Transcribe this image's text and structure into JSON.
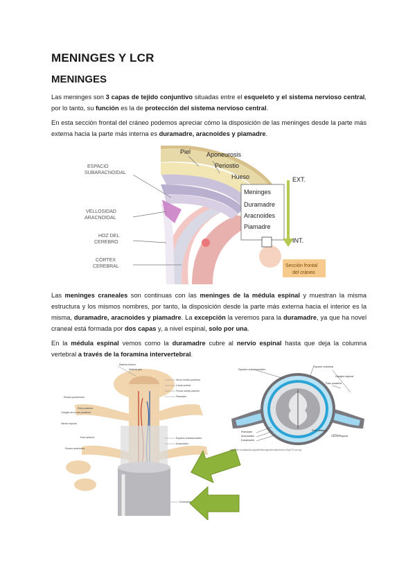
{
  "title": "MENINGES Y LCR",
  "section": "MENINGES",
  "p1": {
    "a": "Las meninges son ",
    "b": "3 capas de tejido conjuntivo",
    "c": " situadas entre el ",
    "d": "esqueleto y el sistema nervioso central",
    "e": ", por lo tanto, su ",
    "f": "función",
    "g": " es la de ",
    "h": "protección del sistema nervioso central",
    "i": "."
  },
  "p2": {
    "a": "En esta sección frontal del cráneo podemos apreciar cómo la disposición de las meninges desde la parte más externa hacia la parte más interna es ",
    "b": "duramadre, aracnoides y piamadre",
    "c": "."
  },
  "p3": {
    "a": "Las ",
    "b": "meninges craneales",
    "c": " son continuas con las ",
    "d": "meninges de la médula espinal",
    "e": " y muestran la misma estructura y los mismos nombres, por tanto, la disposición desde la parte más externa hacia el interior es la misma, ",
    "f": "duramadre, aracnoides y piamadre",
    "g": ". La ",
    "h": "excepción",
    "i": " la veremos para la ",
    "j": "duramadre",
    "k": ", ya que ha novel craneal está formada por ",
    "l": "dos capas",
    "m": " y, a nivel espinal, ",
    "n": "solo por una",
    "o": "."
  },
  "p4": {
    "a": "En la ",
    "b": "médula espinal",
    "c": " vemos como la ",
    "d": "duramadre",
    "e": " cubre al ",
    "f": "nervio espinal",
    "g": " hasta que deja la columna vertebral ",
    "h": "a través de la foramina intervertebral",
    "i": "."
  },
  "figure1": {
    "labels": {
      "piel": "Piel",
      "aponeurosis": "Aponeurosis",
      "periostio": "Periostio",
      "hueso": "Hueso",
      "meninges": "Meninges",
      "duramadre": "Duramadre",
      "aracnoides": "Aracnoides",
      "piamadre": "Piamadre",
      "espacio1": "ESPACIO",
      "espacio2": "SUBARACNOIDAL",
      "vellosidad1": "VELLOSIDAD",
      "vellosidad2": "ARACNOIDAL",
      "hoz1": "HOZ DEL",
      "hoz2": "CEREBRO",
      "cortex1": "CÓRTEX",
      "cortex2": "CEREBRAL",
      "ext": "EXT.",
      "int": "INT.",
      "seccion1": "Sección frontal",
      "seccion2": "del cráneo"
    }
  },
  "figure2": {
    "labels": {
      "l1": "Materia blanca",
      "l2": "Materia gris",
      "l3": "Surco medio posterior",
      "l4": "Canal central",
      "l5": "Fisura media anterior",
      "l6": "Piamadre",
      "l7": "Raíces posteriores",
      "l8": "Raíz posterior",
      "l9": "Ganglio de la raíz posterior",
      "l10": "Nervio espinal",
      "l11": "Raíz anterior",
      "l12": "Raíces anteriores",
      "l13": "Espacio subaracnoideo",
      "l14": "Aracnoides",
      "l15": "Duramadre"
    }
  },
  "figure3": {
    "labels": {
      "l1": "Espacio subaracnoideo",
      "l2": "Espacio subdural",
      "l3": "Raíz posterior",
      "l4": "Ganglio espinal",
      "l5": "Raíz anterior",
      "l6": "Nervio espinal",
      "l7": "Piamadre",
      "l8": "Aracnoides",
      "l9": "Duramadre",
      "url": "https://es.m.wikipedia.org/wiki/Meninges#/media/Archivo:Gray770-es.svg"
    }
  }
}
